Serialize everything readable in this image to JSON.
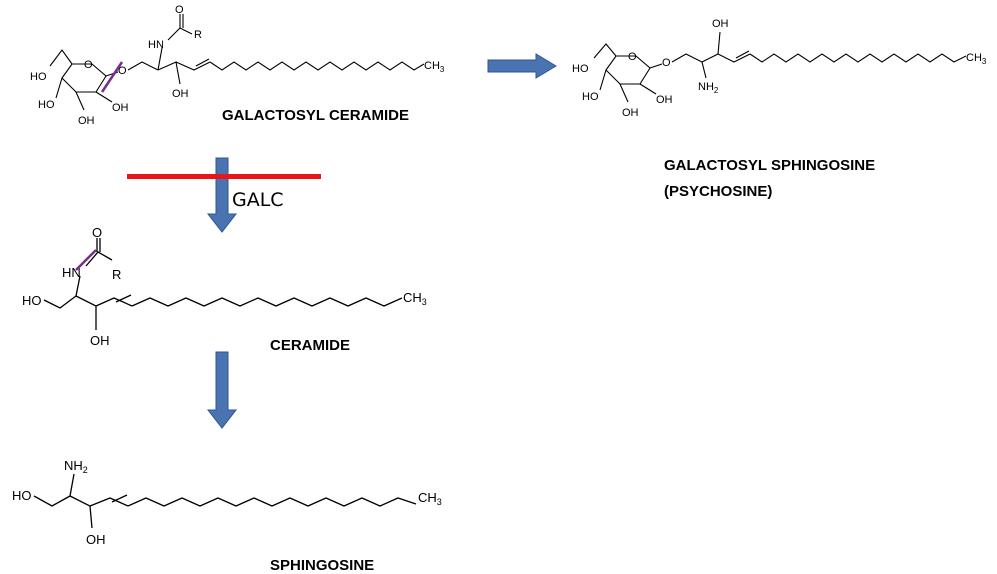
{
  "labels": {
    "galactosyl_ceramide": "GALACTOSYL CERAMIDE",
    "galactosyl_sphingosine_line1": "GALACTOSYL SPHINGOSINE",
    "galactosyl_sphingosine_line2": "(PSYCHOSINE)",
    "ceramide": "CERAMIDE",
    "sphingosine": "SPHINGOSINE",
    "enzyme": "GALC"
  },
  "atoms": {
    "oh": "OH",
    "ho": "HO",
    "hn": "HN",
    "o": "O",
    "r": "R",
    "ch3": "CH",
    "sub3": "3",
    "nh": "NH",
    "sub2": "2"
  },
  "colors": {
    "arrow_fill": "#4a74b0",
    "arrow_stroke": "#2f5597",
    "block_bar": "#e8161b",
    "cleavage_mark": "#7b2d8b"
  }
}
